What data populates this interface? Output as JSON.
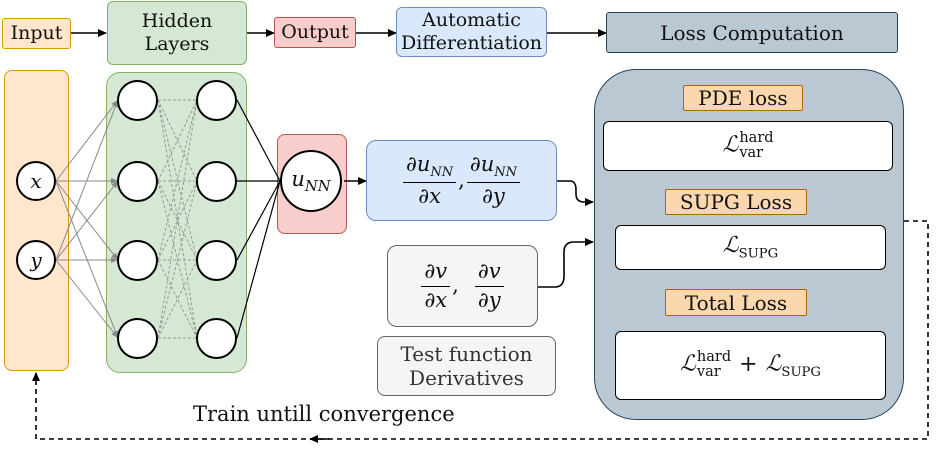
{
  "legend": {
    "input": "Input",
    "hidden": "Hidden\nLayers",
    "output": "Output",
    "autodiff": "Automatic\nDifferentiation",
    "loss": "Loss Computation"
  },
  "network": {
    "input_x": "x",
    "input_y": "y",
    "output_u": "u",
    "output_sub": "NN"
  },
  "gradients": {
    "du": "∂u",
    "du_sub": "NN",
    "dx": "∂x",
    "dy": "∂y"
  },
  "test_derivatives": {
    "dv": "∂v",
    "dx": "∂x",
    "dy": "∂y",
    "label": "Test function\nDerivatives"
  },
  "loss_panel": {
    "pde_label": "PDE loss",
    "supg_label": "SUPG Loss",
    "total_label": "Total Loss",
    "L": "ℒ",
    "hard": "hard",
    "var": "var",
    "supg_sub": "SUPG",
    "plus": "+"
  },
  "feedback_label": "Train untill convergence",
  "colors": {
    "input": "#ffe6cc",
    "hidden": "#d5e8d4",
    "output": "#f8cecc",
    "autodiff": "#dae8fc",
    "loss": "#bac8d3",
    "badge": "#fad7ac",
    "test": "#f5f5f5"
  }
}
